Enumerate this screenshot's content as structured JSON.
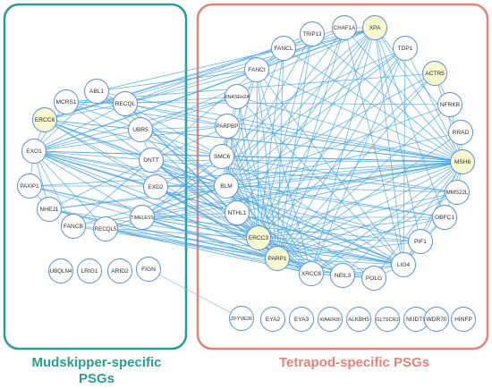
{
  "colors": {
    "mudskipper_box": "#2a9d8f",
    "tetrapod_box": "#e0847c",
    "edge": "#4aa3df",
    "node_fill": "#ffffff",
    "node_highlight": "#f6f8cf",
    "node_stroke": "#5b8fd6"
  },
  "captions": {
    "mudskipper_line1": "Mudskipper-specific",
    "mudskipper_line2": "PSGs",
    "tetrapod": "Tetrapod-specific PSGs"
  },
  "nodes": [
    {
      "id": "ABL1",
      "label": "ABL1"
    },
    {
      "id": "MCRS1",
      "label": "MCRS1"
    },
    {
      "id": "RECQL",
      "label": "RECQL"
    },
    {
      "id": "ERCC6",
      "label": "ERCC6",
      "highlight": true
    },
    {
      "id": "UBR5",
      "label": "UBR5"
    },
    {
      "id": "EXO1",
      "label": "EXO1"
    },
    {
      "id": "DNTT",
      "label": "DNTT"
    },
    {
      "id": "PAXIP1",
      "label": "PAXIP1"
    },
    {
      "id": "EXD2",
      "label": "EXD2"
    },
    {
      "id": "NHEJ1",
      "label": "NHEJ1"
    },
    {
      "id": "TIMELESS",
      "label": "TIMELESS"
    },
    {
      "id": "FANCB",
      "label": "FANCB"
    },
    {
      "id": "RECQL5",
      "label": "RECQL5"
    },
    {
      "id": "UBQLN4",
      "label": "UBQLN4"
    },
    {
      "id": "LRIG1",
      "label": "LRIG1"
    },
    {
      "id": "ARID2",
      "label": "ARID2"
    },
    {
      "id": "FIGN",
      "label": "FIGN"
    },
    {
      "id": "TRIP13",
      "label": "TRIP13"
    },
    {
      "id": "CHAF1A",
      "label": "CHAF1A"
    },
    {
      "id": "XPA",
      "label": "XPA",
      "highlight": true
    },
    {
      "id": "FANCL",
      "label": "FANCL"
    },
    {
      "id": "TDP1",
      "label": "TDP1"
    },
    {
      "id": "FANCI",
      "label": "FANCI"
    },
    {
      "id": "ACTR5",
      "label": "ACTR5",
      "highlight": true
    },
    {
      "id": "RNASEH2A",
      "label": "RNASEH2A"
    },
    {
      "id": "NFRKB",
      "label": "NFRKB"
    },
    {
      "id": "PARPBP",
      "label": "PARPBP"
    },
    {
      "id": "RRAD",
      "label": "RRAD"
    },
    {
      "id": "SMC6",
      "label": "SMC6"
    },
    {
      "id": "MSH6",
      "label": "MSH6",
      "highlight": true
    },
    {
      "id": "BLM",
      "label": "BLM"
    },
    {
      "id": "MMS22L",
      "label": "MMS22L"
    },
    {
      "id": "NTHL1",
      "label": "NTHL1"
    },
    {
      "id": "OBFC1",
      "label": "OBFC1"
    },
    {
      "id": "ERCC3",
      "label": "ERCC3",
      "highlight": true
    },
    {
      "id": "PIF1",
      "label": "PIF1"
    },
    {
      "id": "PARP1",
      "label": "PARP1",
      "highlight": true
    },
    {
      "id": "LIG4",
      "label": "LIG4"
    },
    {
      "id": "XRCC6",
      "label": "XRCC6"
    },
    {
      "id": "NEIL3",
      "label": "NEIL3"
    },
    {
      "id": "POLG",
      "label": "POLG"
    },
    {
      "id": "ZFYVE26",
      "label": "ZFYVE26"
    },
    {
      "id": "EYA2",
      "label": "EYA2"
    },
    {
      "id": "EYA3",
      "label": "EYA3"
    },
    {
      "id": "KIAA0430",
      "label": "KIAA0430"
    },
    {
      "id": "ALKBH5",
      "label": "ALKBH5"
    },
    {
      "id": "GLTSCR2",
      "label": "GLTSCR2"
    },
    {
      "id": "NUDT9",
      "label": "NUDT9"
    },
    {
      "id": "WDR70",
      "label": "WDR70"
    },
    {
      "id": "HINFP",
      "label": "HINFP"
    }
  ],
  "edges": [
    [
      "EXO1",
      "ERCC6"
    ],
    [
      "EXO1",
      "MCRS1"
    ],
    [
      "EXO1",
      "ABL1"
    ],
    [
      "EXO1",
      "RECQL"
    ],
    [
      "EXO1",
      "UBR5"
    ],
    [
      "EXO1",
      "DNTT"
    ],
    [
      "EXO1",
      "EXD2"
    ],
    [
      "EXO1",
      "TIMELESS"
    ],
    [
      "EXO1",
      "RECQL5"
    ],
    [
      "EXO1",
      "PAXIP1"
    ],
    [
      "EXO1",
      "NHEJ1"
    ],
    [
      "EXO1",
      "FANCB"
    ],
    [
      "EXO1",
      "BLM"
    ],
    [
      "EXO1",
      "SMC6"
    ],
    [
      "EXO1",
      "NTHL1"
    ],
    [
      "EXO1",
      "ERCC3"
    ],
    [
      "EXO1",
      "PARP1"
    ],
    [
      "EXO1",
      "MSH6"
    ],
    [
      "EXO1",
      "XPA"
    ],
    [
      "EXO1",
      "LIG4"
    ],
    [
      "EXO1",
      "PARPBP"
    ],
    [
      "EXO1",
      "RNASEH2A"
    ],
    [
      "EXO1",
      "FANCI"
    ],
    [
      "EXO1",
      "XRCC6"
    ],
    [
      "EXO1",
      "PIF1"
    ],
    [
      "EXO1",
      "OBFC1"
    ],
    [
      "ERCC6",
      "XPA"
    ],
    [
      "ERCC6",
      "RECQL"
    ],
    [
      "ERCC6",
      "MSH6"
    ],
    [
      "ERCC6",
      "ERCC3"
    ],
    [
      "ERCC6",
      "PARP1"
    ],
    [
      "ERCC6",
      "BLM"
    ],
    [
      "ERCC6",
      "UBR5"
    ],
    [
      "ERCC6",
      "FANCL"
    ],
    [
      "ERCC6",
      "CHAF1A"
    ],
    [
      "ERCC6",
      "SMC6"
    ],
    [
      "ERCC6",
      "LIG4"
    ],
    [
      "ERCC6",
      "DNTT"
    ],
    [
      "ABL1",
      "RECQL"
    ],
    [
      "ABL1",
      "BLM"
    ],
    [
      "ABL1",
      "PARP1"
    ],
    [
      "ABL1",
      "XPA"
    ],
    [
      "ABL1",
      "MSH6"
    ],
    [
      "ABL1",
      "FANCI"
    ],
    [
      "MCRS1",
      "RECQL"
    ],
    [
      "MCRS1",
      "UBR5"
    ],
    [
      "MCRS1",
      "DNTT"
    ],
    [
      "MCRS1",
      "ACTR5"
    ],
    [
      "MCRS1",
      "NFRKB"
    ],
    [
      "MCRS1",
      "MSH6"
    ],
    [
      "RECQL",
      "BLM"
    ],
    [
      "RECQL",
      "TRIP13"
    ],
    [
      "RECQL",
      "XPA"
    ],
    [
      "RECQL",
      "FANCI"
    ],
    [
      "RECQL",
      "RNASEH2A"
    ],
    [
      "RECQL",
      "MSH6"
    ],
    [
      "RECQL",
      "PARPBP"
    ],
    [
      "RECQL",
      "SMC6"
    ],
    [
      "RECQL",
      "ERCC3"
    ],
    [
      "RECQL",
      "PARP1"
    ],
    [
      "UBR5",
      "MSH6"
    ],
    [
      "UBR5",
      "XPA"
    ],
    [
      "UBR5",
      "BLM"
    ],
    [
      "UBR5",
      "RNASEH2A"
    ],
    [
      "UBR5",
      "PARPBP"
    ],
    [
      "UBR5",
      "DNTT"
    ],
    [
      "UBR5",
      "SMC6"
    ],
    [
      "DNTT",
      "MSH6"
    ],
    [
      "DNTT",
      "LIG4"
    ],
    [
      "DNTT",
      "XRCC6"
    ],
    [
      "DNTT",
      "PARP1"
    ],
    [
      "DNTT",
      "ERCC3"
    ],
    [
      "DNTT",
      "BLM"
    ],
    [
      "DNTT",
      "NTHL1"
    ],
    [
      "DNTT",
      "TDP1"
    ],
    [
      "DNTT",
      "NHEJ1"
    ],
    [
      "DNTT",
      "MMS22L"
    ],
    [
      "EXD2",
      "BLM"
    ],
    [
      "EXD2",
      "MSH6"
    ],
    [
      "EXD2",
      "ERCC3"
    ],
    [
      "EXD2",
      "PARP1"
    ],
    [
      "EXD2",
      "XRCC6"
    ],
    [
      "EXD2",
      "SMC6"
    ],
    [
      "PAXIP1",
      "BLM"
    ],
    [
      "PAXIP1",
      "MSH6"
    ],
    [
      "PAXIP1",
      "ERCC3"
    ],
    [
      "PAXIP1",
      "PARP1"
    ],
    [
      "PAXIP1",
      "LIG4"
    ],
    [
      "PAXIP1",
      "NHEJ1"
    ],
    [
      "NHEJ1",
      "LIG4"
    ],
    [
      "NHEJ1",
      "XRCC6"
    ],
    [
      "NHEJ1",
      "PARP1"
    ],
    [
      "NHEJ1",
      "POLG"
    ],
    [
      "NHEJ1",
      "BLM"
    ],
    [
      "NHEJ1",
      "MSH6"
    ],
    [
      "TIMELESS",
      "BLM"
    ],
    [
      "TIMELESS",
      "MSH6"
    ],
    [
      "TIMELESS",
      "ERCC3"
    ],
    [
      "TIMELESS",
      "PARP1"
    ],
    [
      "TIMELESS",
      "PIF1"
    ],
    [
      "TIMELESS",
      "OBFC1"
    ],
    [
      "TIMELESS",
      "LIG4"
    ],
    [
      "TIMELESS",
      "XRCC6"
    ],
    [
      "TIMELESS",
      "NTHL1"
    ],
    [
      "TIMELESS",
      "SMC6"
    ],
    [
      "TIMELESS",
      "TDP1"
    ],
    [
      "FANCB",
      "BLM"
    ],
    [
      "FANCB",
      "ERCC3"
    ],
    [
      "FANCB",
      "PARP1"
    ],
    [
      "FANCB",
      "FANCI"
    ],
    [
      "FANCB",
      "MSH6"
    ],
    [
      "RECQL5",
      "BLM"
    ],
    [
      "RECQL5",
      "MSH6"
    ],
    [
      "RECQL5",
      "PARP1"
    ],
    [
      "RECQL5",
      "XRCC6"
    ],
    [
      "RECQL5",
      "LIG4"
    ],
    [
      "RECQL5",
      "NEIL3"
    ],
    [
      "FIGN",
      "ZFYVE26"
    ],
    [
      "XPA",
      "MSH6"
    ],
    [
      "XPA",
      "ERCC3"
    ],
    [
      "XPA",
      "PARP1"
    ],
    [
      "XPA",
      "BLM"
    ],
    [
      "XPA",
      "RRAD"
    ],
    [
      "XPA",
      "XRCC6"
    ],
    [
      "XPA",
      "LIG4"
    ],
    [
      "XPA",
      "FANCI"
    ],
    [
      "XPA",
      "NTHL1"
    ],
    [
      "XPA",
      "SMC6"
    ],
    [
      "XPA",
      "CHAF1A"
    ],
    [
      "XPA",
      "OBFC1"
    ],
    [
      "XPA",
      "PIF1"
    ],
    [
      "TRIP13",
      "MSH6"
    ],
    [
      "TRIP13",
      "BLM"
    ],
    [
      "TRIP13",
      "FANCI"
    ],
    [
      "TRIP13",
      "PARP1"
    ],
    [
      "TRIP13",
      "ERCC3"
    ],
    [
      "CHAF1A",
      "MSH6"
    ],
    [
      "CHAF1A",
      "BLM"
    ],
    [
      "CHAF1A",
      "PARP1"
    ],
    [
      "CHAF1A",
      "FANCI"
    ],
    [
      "CHAF1A",
      "ERCC3"
    ],
    [
      "CHAF1A",
      "LIG4"
    ],
    [
      "FANCL",
      "FANCI"
    ],
    [
      "FANCL",
      "BLM"
    ],
    [
      "FANCL",
      "MSH6"
    ],
    [
      "FANCL",
      "PARP1"
    ],
    [
      "FANCL",
      "ERCC3"
    ],
    [
      "FANCI",
      "BLM"
    ],
    [
      "FANCI",
      "MSH6"
    ],
    [
      "FANCI",
      "PARP1"
    ],
    [
      "FANCI",
      "ERCC3"
    ],
    [
      "FANCI",
      "SMC6"
    ],
    [
      "FANCI",
      "LIG4"
    ],
    [
      "FANCI",
      "XRCC6"
    ],
    [
      "TDP1",
      "PARP1"
    ],
    [
      "TDP1",
      "LIG4"
    ],
    [
      "TDP1",
      "XRCC6"
    ],
    [
      "TDP1",
      "BLM"
    ],
    [
      "TDP1",
      "MSH6"
    ],
    [
      "TDP1",
      "ERCC3"
    ],
    [
      "ACTR5",
      "MSH6"
    ],
    [
      "ACTR5",
      "PARP1"
    ],
    [
      "ACTR5",
      "BLM"
    ],
    [
      "ACTR5",
      "NFRKB"
    ],
    [
      "ACTR5",
      "ERCC3"
    ],
    [
      "RNASEH2A",
      "MSH6"
    ],
    [
      "RNASEH2A",
      "BLM"
    ],
    [
      "RNASEH2A",
      "PARP1"
    ],
    [
      "RNASEH2A",
      "SMC6"
    ],
    [
      "RNASEH2A",
      "ERCC3"
    ],
    [
      "RNASEH2A",
      "LIG4"
    ],
    [
      "NFRKB",
      "MSH6"
    ],
    [
      "NFRKB",
      "PARP1"
    ],
    [
      "NFRKB",
      "BLM"
    ],
    [
      "PARPBP",
      "PARP1"
    ],
    [
      "PARPBP",
      "BLM"
    ],
    [
      "PARPBP",
      "MSH6"
    ],
    [
      "PARPBP",
      "ERCC3"
    ],
    [
      "PARPBP",
      "SMC6"
    ],
    [
      "PARPBP",
      "XRCC6"
    ],
    [
      "RRAD",
      "MSH6"
    ],
    [
      "RRAD",
      "PARP1"
    ],
    [
      "RRAD",
      "BLM"
    ],
    [
      "SMC6",
      "MSH6"
    ],
    [
      "SMC6",
      "BLM"
    ],
    [
      "SMC6",
      "PARP1"
    ],
    [
      "SMC6",
      "ERCC3"
    ],
    [
      "SMC6",
      "LIG4"
    ],
    [
      "SMC6",
      "XRCC6"
    ],
    [
      "SMC6",
      "NTHL1"
    ],
    [
      "SMC6",
      "MMS22L"
    ],
    [
      "MSH6",
      "BLM"
    ],
    [
      "MSH6",
      "ERCC3"
    ],
    [
      "MSH6",
      "PARP1"
    ],
    [
      "MSH6",
      "LIG4"
    ],
    [
      "MSH6",
      "XRCC6"
    ],
    [
      "MSH6",
      "NTHL1"
    ],
    [
      "MSH6",
      "NEIL3"
    ],
    [
      "MSH6",
      "POLG"
    ],
    [
      "MSH6",
      "PIF1"
    ],
    [
      "MSH6",
      "OBFC1"
    ],
    [
      "MSH6",
      "MMS22L"
    ],
    [
      "BLM",
      "ERCC3"
    ],
    [
      "BLM",
      "PARP1"
    ],
    [
      "BLM",
      "LIG4"
    ],
    [
      "BLM",
      "XRCC6"
    ],
    [
      "BLM",
      "NTHL1"
    ],
    [
      "BLM",
      "PIF1"
    ],
    [
      "BLM",
      "OBFC1"
    ],
    [
      "BLM",
      "MMS22L"
    ],
    [
      "BLM",
      "NEIL3"
    ],
    [
      "BLM",
      "POLG"
    ],
    [
      "MMS22L",
      "PARP1"
    ],
    [
      "MMS22L",
      "ERCC3"
    ],
    [
      "MMS22L",
      "XRCC6"
    ],
    [
      "NTHL1",
      "PARP1"
    ],
    [
      "NTHL1",
      "ERCC3"
    ],
    [
      "NTHL1",
      "NEIL3"
    ],
    [
      "NTHL1",
      "XRCC6"
    ],
    [
      "NTHL1",
      "LIG4"
    ],
    [
      "OBFC1",
      "PARP1"
    ],
    [
      "OBFC1",
      "PIF1"
    ],
    [
      "OBFC1",
      "LIG4"
    ],
    [
      "OBFC1",
      "ERCC3"
    ],
    [
      "ERCC3",
      "PARP1"
    ],
    [
      "ERCC3",
      "LIG4"
    ],
    [
      "ERCC3",
      "XRCC6"
    ],
    [
      "ERCC3",
      "NEIL3"
    ],
    [
      "ERCC3",
      "PIF1"
    ],
    [
      "ERCC3",
      "POLG"
    ],
    [
      "PIF1",
      "PARP1"
    ],
    [
      "PIF1",
      "LIG4"
    ],
    [
      "PARP1",
      "LIG4"
    ],
    [
      "PARP1",
      "XRCC6"
    ],
    [
      "PARP1",
      "NEIL3"
    ],
    [
      "PARP1",
      "POLG"
    ],
    [
      "LIG4",
      "XRCC6"
    ],
    [
      "LIG4",
      "POLG"
    ],
    [
      "LIG4",
      "NEIL3"
    ],
    [
      "XRCC6",
      "NEIL3"
    ],
    [
      "XRCC6",
      "POLG"
    ],
    [
      "NEIL3",
      "POLG"
    ]
  ]
}
